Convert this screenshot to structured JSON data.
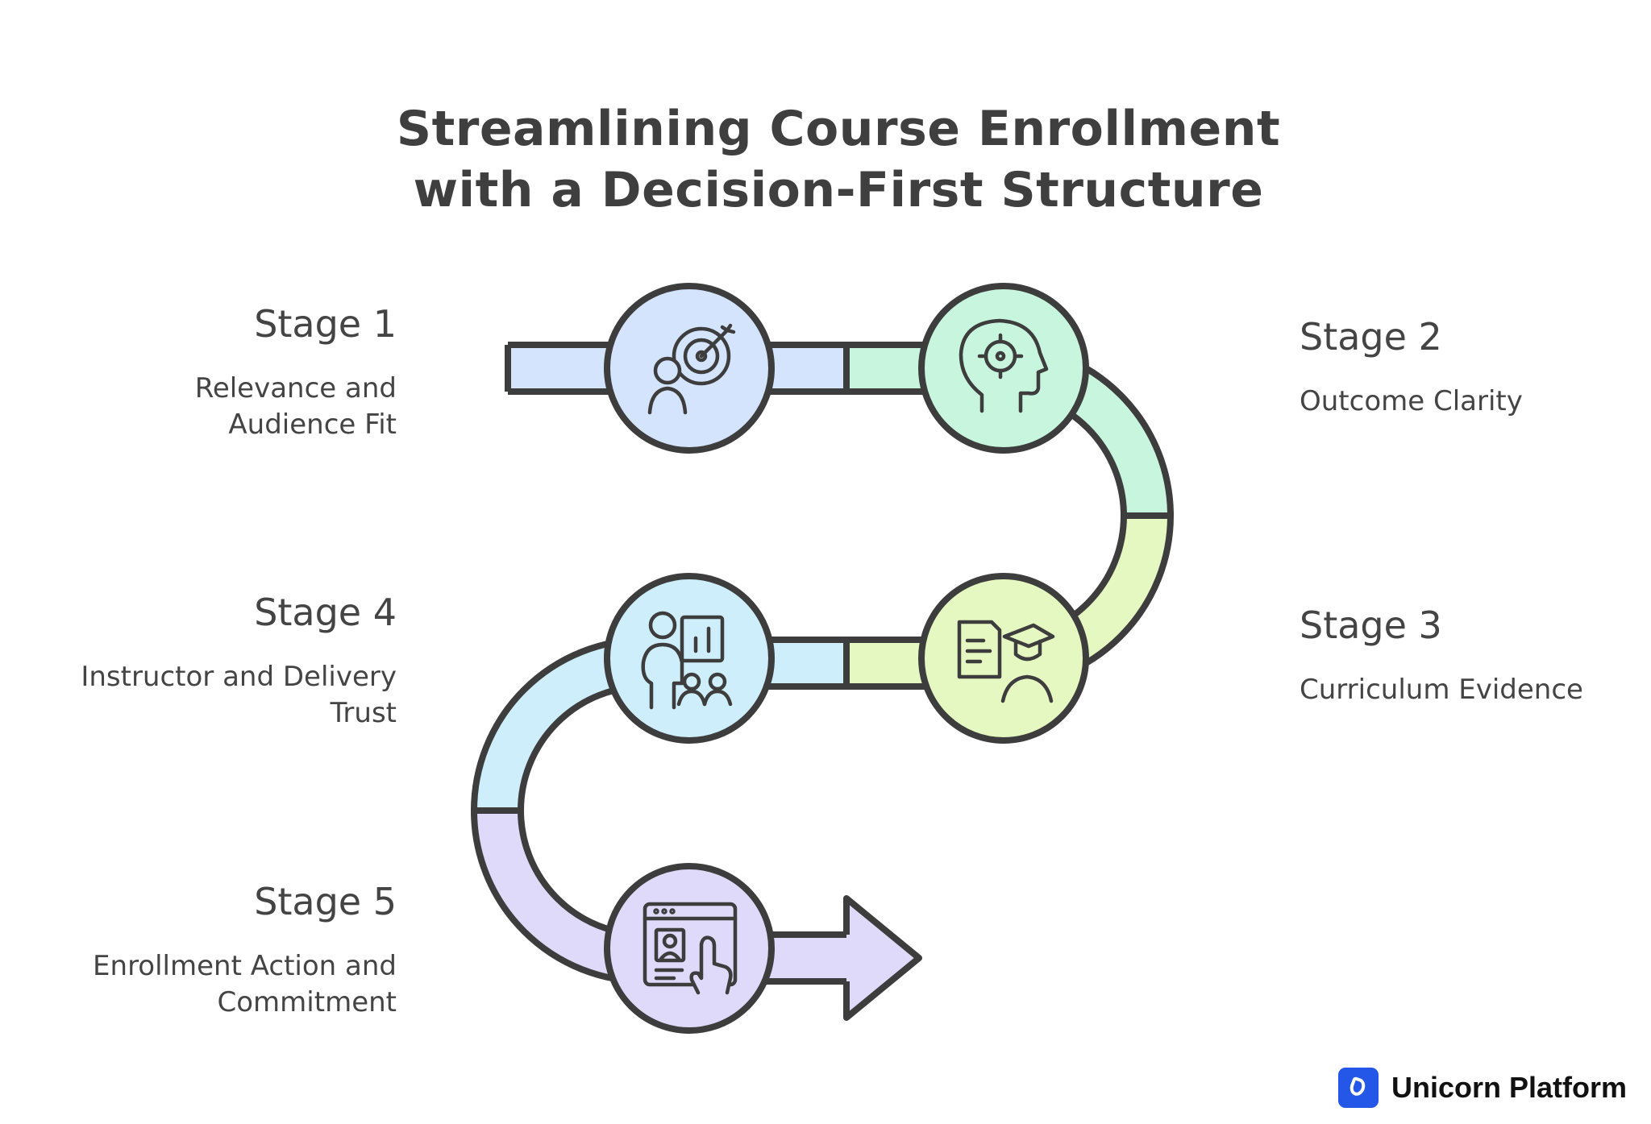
{
  "title": {
    "line1": "Streamlining Course Enrollment",
    "line2": "with a Decision-First Structure"
  },
  "stages": [
    {
      "label": "Stage 1",
      "desc_lines": [
        "Relevance and",
        "Audience Fit"
      ],
      "color": "#d4e4fc",
      "icon": "target-audience-icon"
    },
    {
      "label": "Stage 2",
      "desc_lines": [
        "Outcome Clarity"
      ],
      "color": "#c8f5de",
      "icon": "head-target-icon"
    },
    {
      "label": "Stage 3",
      "desc_lines": [
        "Curriculum Evidence"
      ],
      "color": "#e6f8c2",
      "icon": "document-graduate-icon"
    },
    {
      "label": "Stage 4",
      "desc_lines": [
        "Instructor and Delivery",
        "Trust"
      ],
      "color": "#cdeefa",
      "icon": "instructor-presentation-icon"
    },
    {
      "label": "Stage 5",
      "desc_lines": [
        "Enrollment Action and",
        "Commitment"
      ],
      "color": "#e0dafa",
      "icon": "click-enroll-icon"
    }
  ],
  "brand": {
    "name": "Unicorn Platform",
    "color": "#2457e8"
  },
  "colors": {
    "outline": "#3d3d3d",
    "text": "#444444"
  }
}
